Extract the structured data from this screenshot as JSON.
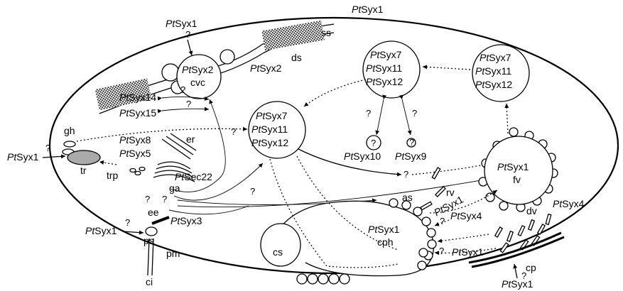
{
  "labels": {
    "cell_syx1_top": "Syx1",
    "cvc_syx1": "Syx1",
    "cvc_q": "?",
    "cvc_organelle_syx": "Syx2",
    "cvc_organelle_abbrev": "cvc",
    "ds_syx": "Syx2",
    "ds_abbrev": "ds",
    "ss_abbrev": "ss",
    "syx14": "Syx14",
    "syx15": "Syx15",
    "q_syx14": "?",
    "q_syx15": "?",
    "gh_abbrev": "gh",
    "tr_syx": "Syx1",
    "tr_q": "?",
    "tr_abbrev": "tr",
    "trp_abbrev": "trp",
    "syx8": "Syx8",
    "syx5": "Syx5",
    "er_abbrev": "er",
    "sec22": "Sec22",
    "ga_abbrev": "ga",
    "ga_q1": "?",
    "ga_q2": "?",
    "ee_abbrev": "ee",
    "syx3": "Syx3",
    "ps_syx": "Syx1",
    "ps_q": "?",
    "ps_abbrev": "ps",
    "pm_abbrev": "pm",
    "ci_abbrev": "ci",
    "cs_abbrev": "cs",
    "ve_top_1": "Syx7",
    "ve_top_2": "Syx11",
    "ve_top_3": "Syx12",
    "ve_right_1": "Syx7",
    "ve_right_2": "Syx11",
    "ve_right_3": "Syx12",
    "ve_left_1": "Syx7",
    "ve_left_2": "Syx11",
    "ve_left_3": "Syx12",
    "q_syx10": "?",
    "q_syx9": "?",
    "syx10": "Syx10",
    "syx9": "Syx9",
    "syx10_inner": "?",
    "syx9_inner": "?",
    "q_path_center": "?",
    "q_cvc_path": "?",
    "q_left_path": "?",
    "fv_syx": "Syx1",
    "fv_abbrev": "fv",
    "rv_abbrev": "rv",
    "as_abbrev": "as",
    "as_syx": "Syx1",
    "cph_syx": "Syx1",
    "cph_abbrev": "cph",
    "syx4_cph": "Syx4",
    "q_syx4": "?",
    "syx4_dv": "Syx4",
    "dv_abbrev": "dv",
    "cp_syx": "Syx1",
    "cp_q_left": "?",
    "cp_abbrev": "cp",
    "cp_bottom_syx": "Syx1",
    "cp_bottom_q": "?",
    "pt": "Pt"
  }
}
